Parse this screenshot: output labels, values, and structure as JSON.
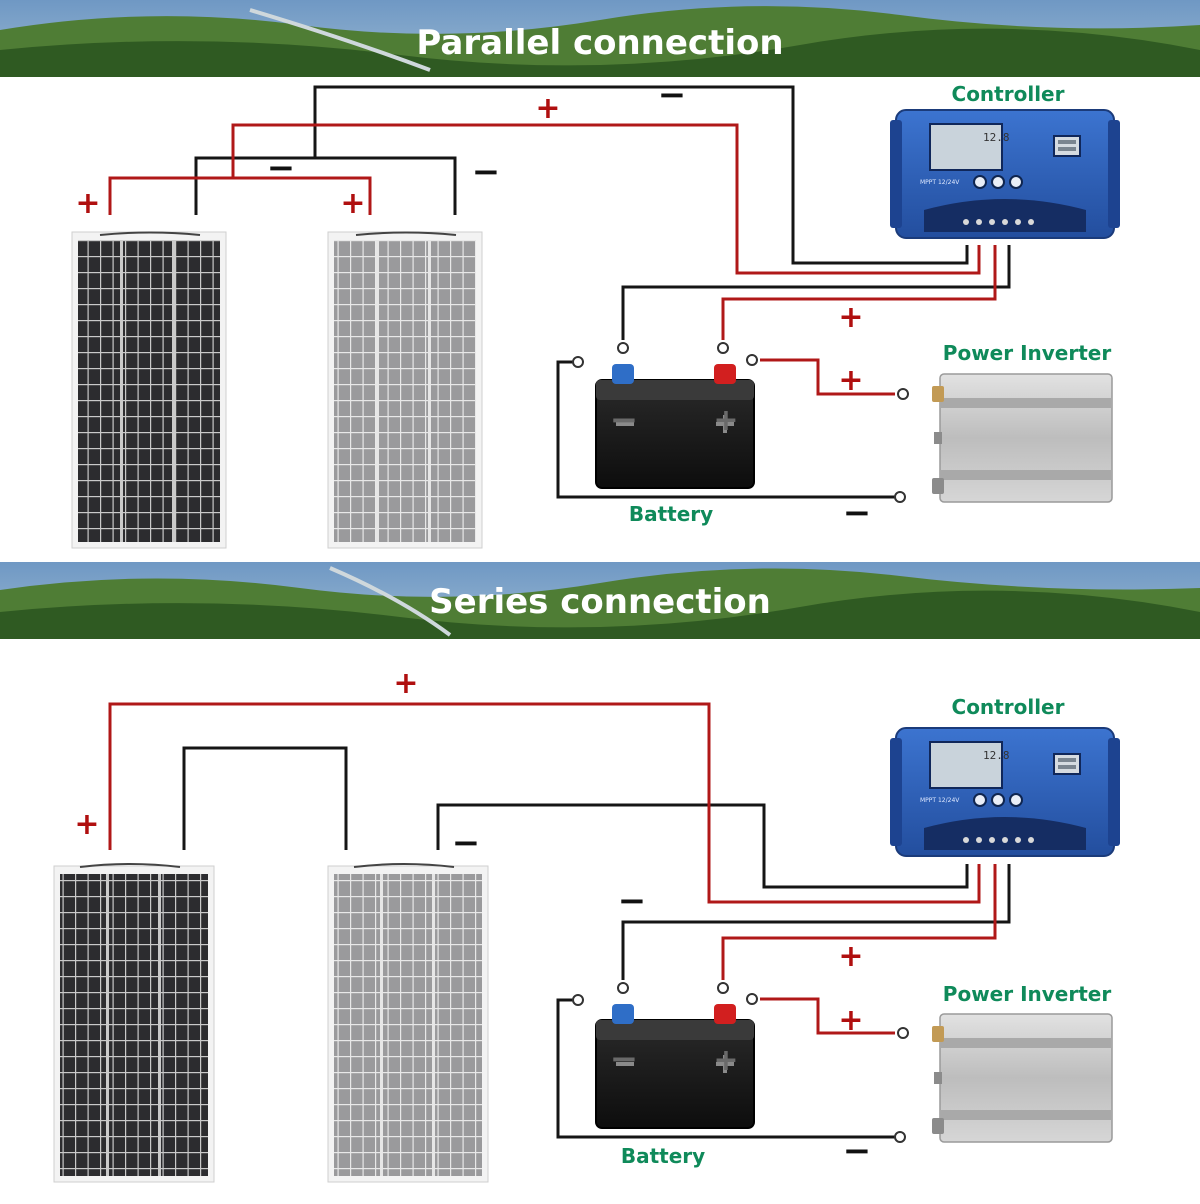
{
  "colors": {
    "positive_wire": "#b01818",
    "negative_wire": "#151515",
    "label_green": "#0f8a5a",
    "controller_blue": "#2f5fb8",
    "banner_sky": "#5a88b8",
    "banner_hill": "#3d6b2c"
  },
  "sections": [
    {
      "id": "parallel",
      "title": "Parallel connection",
      "controller_label": "Controller",
      "inverter_label": "Power Inverter",
      "battery_label": "Battery",
      "lcd_value": "12.8"
    },
    {
      "id": "series",
      "title": "Series connection",
      "controller_label": "Controller",
      "inverter_label": "Power Inverter",
      "battery_label": "Battery",
      "lcd_value": "12.8"
    }
  ],
  "symbols": {
    "plus": "+",
    "minus": "−"
  }
}
